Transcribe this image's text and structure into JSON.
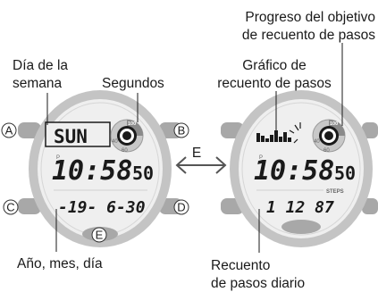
{
  "labels": {
    "day_of_week": [
      "Día de la",
      "semana"
    ],
    "seconds": "Segundos",
    "date": "Año, mes, día",
    "step_graph": [
      "Gráfico de",
      "recuento de pasos"
    ],
    "step_goal": [
      "Progreso del objetivo",
      "de recuento de pasos"
    ],
    "daily_steps": [
      "Recuento",
      "de pasos diario"
    ],
    "switch_button": "E"
  },
  "buttons": {
    "a": "A",
    "b": "B",
    "c": "C",
    "d": "D",
    "e": "E"
  },
  "watch_left": {
    "day": "SUN",
    "time": "10:58",
    "seconds": "50",
    "date": "-19- 6-30",
    "indicator": "P",
    "dial_marks": [
      "100",
      "40",
      "60"
    ]
  },
  "watch_right": {
    "time": "10:58",
    "seconds": "50",
    "steps_label": "STEPS",
    "steps": "1 12 87",
    "indicator": "P",
    "dial_marks": [
      "100",
      "40",
      "60"
    ]
  },
  "colors": {
    "bezel": "#bfbfbf",
    "face": "#eeeeee",
    "lcd": "#1a1a1a",
    "button": "#a6a6a6"
  }
}
